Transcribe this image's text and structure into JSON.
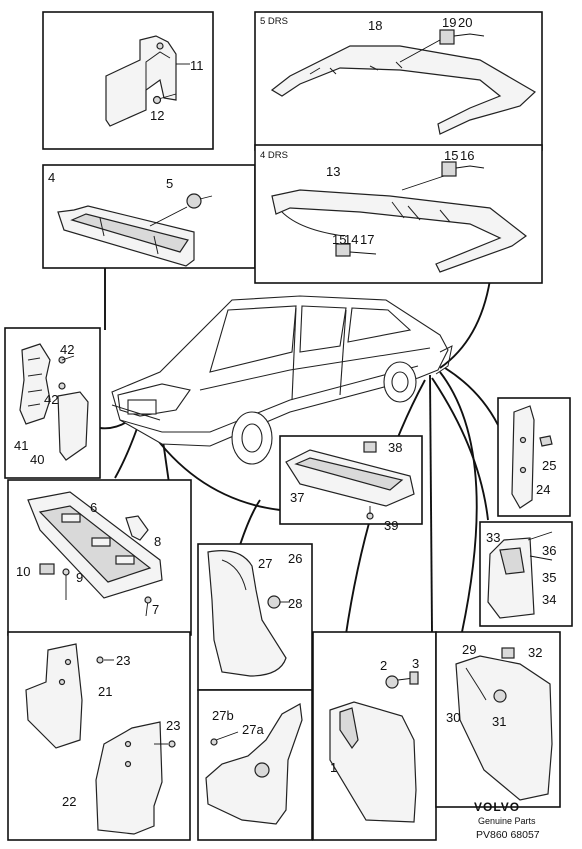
{
  "variants": {
    "five_door": "5 DRS",
    "four_door": "4 DRS"
  },
  "callouts": {
    "c1": "1",
    "c2": "2",
    "c3": "3",
    "c4": "4",
    "c5": "5",
    "c6": "6",
    "c7": "7",
    "c8": "8",
    "c9": "9",
    "c10": "10",
    "c11": "11",
    "c12": "12",
    "c13": "13",
    "c14": "14",
    "c15a": "15",
    "c15b": "15",
    "c16": "16",
    "c17": "17",
    "c18": "18",
    "c19": "19",
    "c20": "20",
    "c21": "21",
    "c22": "22",
    "c23a": "23",
    "c23b": "23",
    "c24": "24",
    "c25": "25",
    "c26": "26",
    "c27": "27",
    "c27a": "27a",
    "c27b": "27b",
    "c28": "28",
    "c29": "29",
    "c30": "30",
    "c31": "31",
    "c32": "32",
    "c33": "33",
    "c34": "34",
    "c35": "35",
    "c36": "36",
    "c37": "37",
    "c38": "38",
    "c39": "39",
    "c40": "40",
    "c41": "41",
    "c42a": "42",
    "c42b": "42"
  },
  "footer": {
    "brand": "VOLVO",
    "subtitle": "Genuine Parts",
    "code": "PV860 68057"
  }
}
